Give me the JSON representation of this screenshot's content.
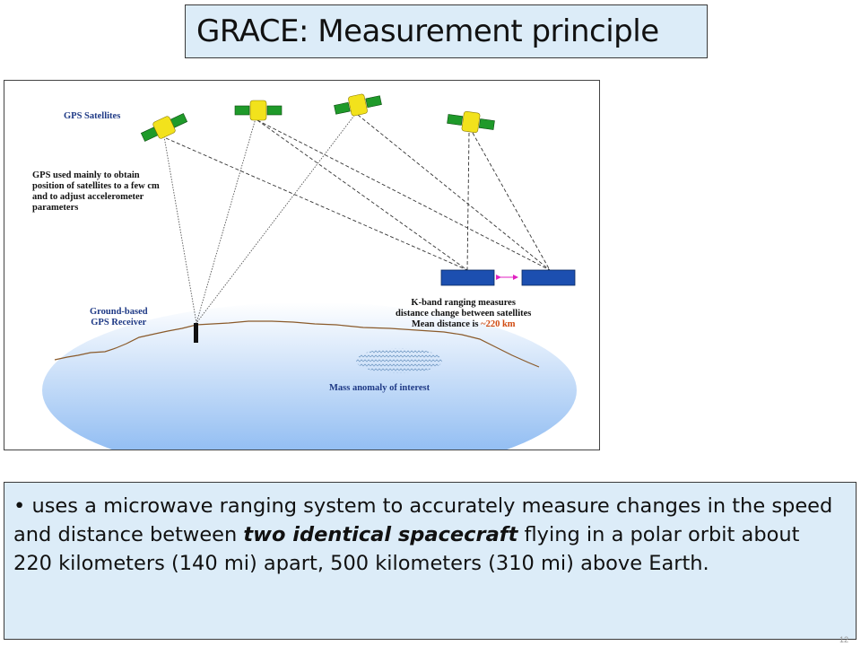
{
  "slide": {
    "title": "GRACE: Measurement principle",
    "page_number": "12"
  },
  "diagram": {
    "gps_label": "GPS Satellites",
    "gps_note": [
      "GPS used mainly to obtain",
      "position of satellites to a few cm",
      "and to adjust accelerometer",
      "parameters"
    ],
    "receiver_label": [
      "Ground-based",
      "GPS Receiver"
    ],
    "kband_label": [
      "K-band ranging measures",
      "distance change between satellites"
    ],
    "mean_distance_prefix": "Mean distance is ",
    "mean_distance_value": "~220 km",
    "mass_anomaly_label": "Mass anomaly of interest",
    "colors": {
      "satellite_body": "#f2e21c",
      "solar_panel": "#1f9a2a",
      "grace_satellite": "#1c4fb0",
      "label_blue": "#1f3a86",
      "range_arrow": "#e020c0",
      "earth_top": "#ffffff",
      "earth_bottom": "#7fb2f0",
      "terrain": "#8a5a2a"
    }
  },
  "bullet": {
    "text_before": "uses a microwave ranging system to accurately measure changes in the speed and distance between ",
    "emphasis": "two identical spacecraft",
    "text_after": " flying in a polar orbit about 220 kilometers (140 mi) apart, 500 kilometers (310 mi) above Earth."
  }
}
